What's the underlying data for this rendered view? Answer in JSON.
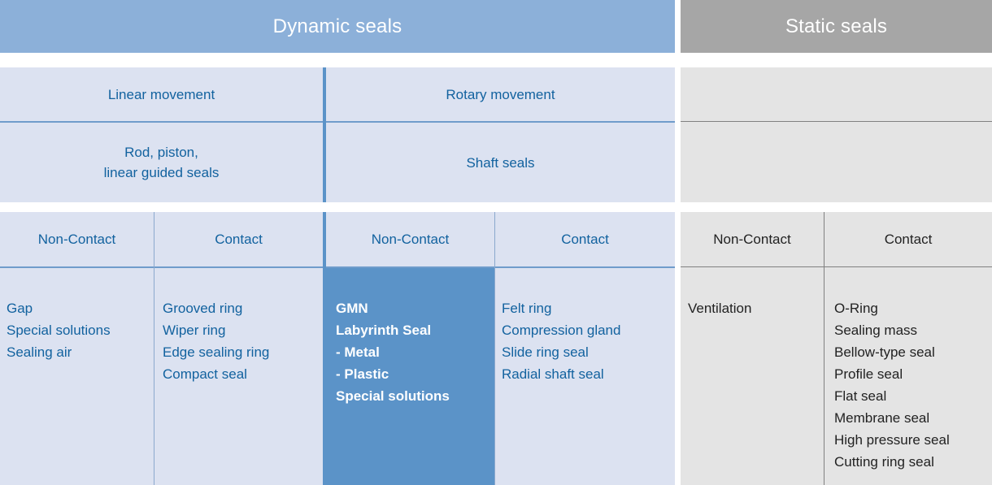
{
  "top_titles": {
    "dynamic": "Dynamic seals",
    "static": "Static seals"
  },
  "movement_rows": {
    "linear_movement": "Linear movement",
    "rotary_movement": "Rotary movement",
    "rod_piston": "Rod, piston,\nlinear guided seals",
    "rod_piston_line1": "Rod, piston,",
    "rod_piston_line2": "linear guided seals",
    "shaft_seals": "Shaft seals"
  },
  "columns": [
    {
      "id": "dynamic-linear-noncontact",
      "header": "Non-Contact",
      "items": [
        "Gap",
        "Special solutions",
        "Sealing air"
      ]
    },
    {
      "id": "dynamic-linear-contact",
      "header": "Contact",
      "items": [
        "Grooved ring",
        "Wiper ring",
        "Edge sealing ring",
        "Compact seal"
      ]
    },
    {
      "id": "dynamic-rotary-noncontact",
      "header": "Non-Contact",
      "items": [
        "GMN",
        "Labyrinth Seal",
        "- Metal",
        "- Plastic",
        "Special solutions"
      ]
    },
    {
      "id": "dynamic-rotary-contact",
      "header": "Contact",
      "items": [
        "Felt ring",
        "Compression gland",
        "Slide ring seal",
        "Radial shaft seal"
      ]
    },
    {
      "id": "static-noncontact",
      "header": "Non-Contact",
      "items": [
        "Ventilation"
      ]
    },
    {
      "id": "static-contact",
      "header": "Contact",
      "items": [
        "O-Ring",
        "Sealing mass",
        "Bellow-type seal",
        "Profile seal",
        "Flat seal",
        "Membrane seal",
        "High pressure seal",
        "Cutting ring seal"
      ]
    }
  ],
  "colors": {
    "dynamic_header_blue": "#8cb0d9",
    "static_header_gray": "#a6a6a6",
    "body_light_blue": "#dce2f1",
    "body_light_gray": "#e4e4e4",
    "highlight_blue": "#5b93c8",
    "text_blue": "#12629f",
    "text_gray": "#222222",
    "rule_blue": "#6f9ccb",
    "rule_gray": "#808080"
  }
}
